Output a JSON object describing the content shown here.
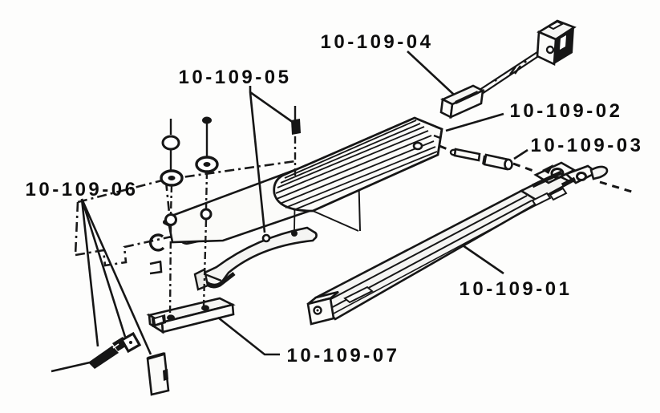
{
  "diagram": {
    "type": "exploded-parts-diagram",
    "part_labels": [
      "10-109-01",
      "10-109-02",
      "10-109-03",
      "10-109-04",
      "10-109-05",
      "10-109-06",
      "10-109-07"
    ]
  }
}
